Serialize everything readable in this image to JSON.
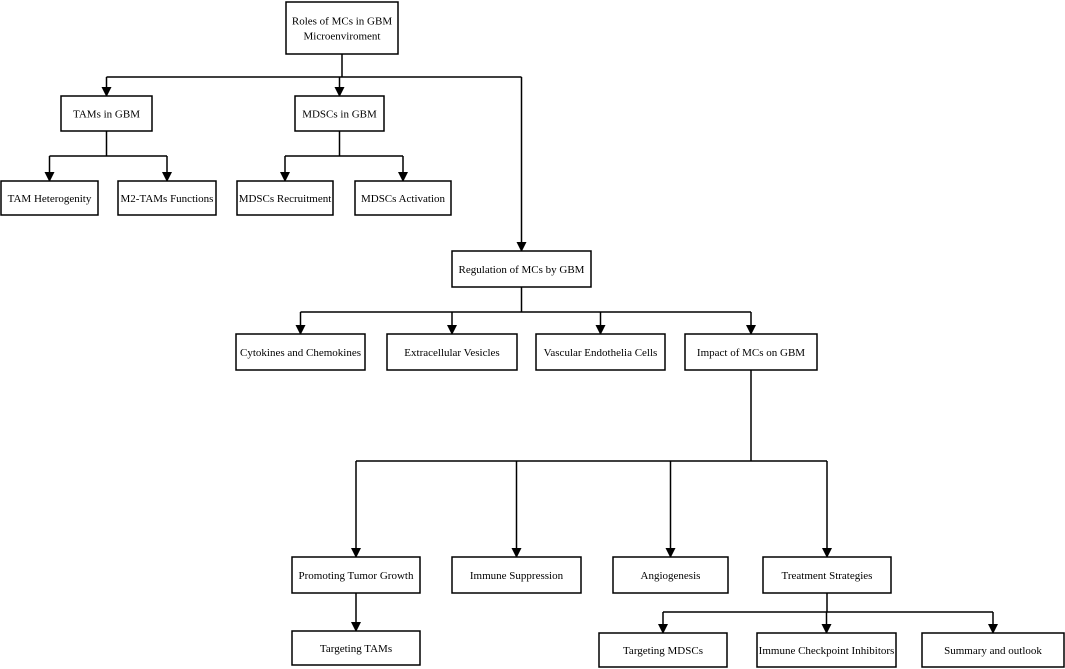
{
  "diagram": {
    "nodes": [
      {
        "id": "root",
        "lines": [
          "Roles of MCs in GBM",
          "Microenviroment"
        ]
      },
      {
        "id": "tams",
        "lines": [
          "TAMs in GBM"
        ]
      },
      {
        "id": "mdscs",
        "lines": [
          "MDSCs in GBM"
        ]
      },
      {
        "id": "tam-het",
        "lines": [
          "TAM Heterogenity"
        ]
      },
      {
        "id": "m2",
        "lines": [
          "M2-TAMs Functions"
        ]
      },
      {
        "id": "mdsc-rec",
        "lines": [
          "MDSCs Recruitment"
        ]
      },
      {
        "id": "mdsc-act",
        "lines": [
          "MDSCs Activation"
        ]
      },
      {
        "id": "reg",
        "lines": [
          "Regulation of MCs by GBM"
        ]
      },
      {
        "id": "cyto",
        "lines": [
          "Cytokines and Chemokines"
        ]
      },
      {
        "id": "ev",
        "lines": [
          "Extracellular Vesicles"
        ]
      },
      {
        "id": "vec",
        "lines": [
          "Vascular Endothelia Cells"
        ]
      },
      {
        "id": "impact",
        "lines": [
          "Impact of MCs on GBM"
        ]
      },
      {
        "id": "ptg",
        "lines": [
          "Promoting Tumor Growth"
        ]
      },
      {
        "id": "imsup",
        "lines": [
          "Immune Suppression"
        ]
      },
      {
        "id": "angio",
        "lines": [
          "Angiogenesis"
        ]
      },
      {
        "id": "treat",
        "lines": [
          "Treatment Strategies"
        ]
      },
      {
        "id": "ttams",
        "lines": [
          "Targeting TAMs"
        ]
      },
      {
        "id": "tmdscs",
        "lines": [
          "Targeting MDSCs"
        ]
      },
      {
        "id": "ici",
        "lines": [
          "Immune Checkpoint Inhibitors"
        ]
      },
      {
        "id": "summary",
        "lines": [
          "Summary and outlook"
        ]
      }
    ],
    "edges": [
      {
        "from": "root",
        "to": "tams"
      },
      {
        "from": "root",
        "to": "mdscs"
      },
      {
        "from": "root",
        "to": "reg"
      },
      {
        "from": "tams",
        "to": "tam-het"
      },
      {
        "from": "tams",
        "to": "m2"
      },
      {
        "from": "mdscs",
        "to": "mdsc-rec"
      },
      {
        "from": "mdscs",
        "to": "mdsc-act"
      },
      {
        "from": "reg",
        "to": "cyto"
      },
      {
        "from": "reg",
        "to": "ev"
      },
      {
        "from": "reg",
        "to": "vec"
      },
      {
        "from": "reg",
        "to": "impact"
      },
      {
        "from": "impact",
        "to": "ptg"
      },
      {
        "from": "impact",
        "to": "imsup"
      },
      {
        "from": "impact",
        "to": "angio"
      },
      {
        "from": "impact",
        "to": "treat"
      },
      {
        "from": "ptg",
        "to": "ttams"
      },
      {
        "from": "treat",
        "to": "tmdscs"
      },
      {
        "from": "treat",
        "to": "ici"
      },
      {
        "from": "treat",
        "to": "summary"
      }
    ]
  }
}
